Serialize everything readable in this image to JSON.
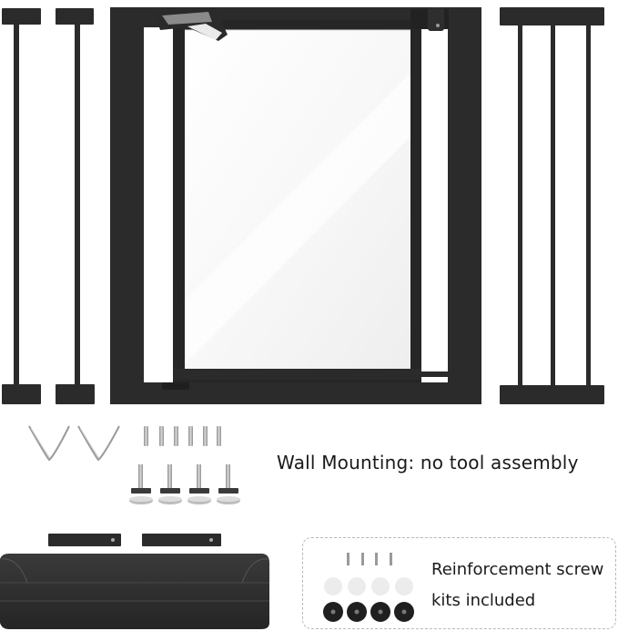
{
  "captions": {
    "wall_mounting": "Wall Mounting: no tool assembly",
    "reinforcement_line1": "Reinforcement screw",
    "reinforcement_line2": "kits included"
  },
  "colors": {
    "frame": "#2b2b2b",
    "frame_dark": "#1f1f1f",
    "metal": "#b8b8b8",
    "pad_light": "#ececec",
    "pad_dark": "#2a2a2a",
    "text": "#1a1a1a"
  }
}
